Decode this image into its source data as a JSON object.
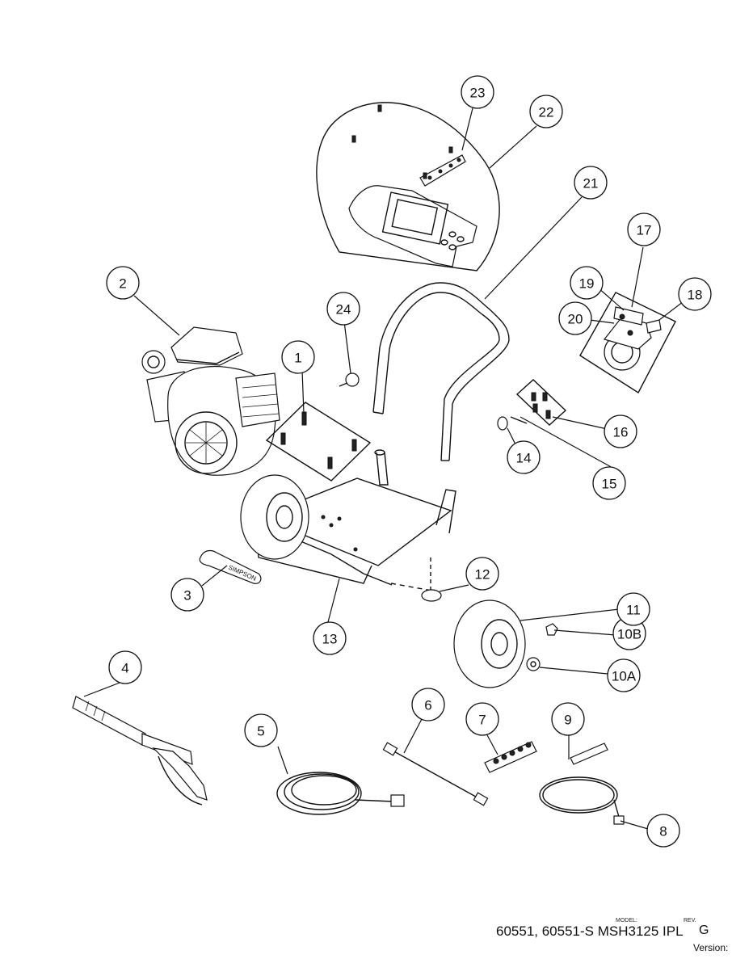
{
  "callouts": [
    {
      "label": "1"
    },
    {
      "label": "2"
    },
    {
      "label": "3"
    },
    {
      "label": "4"
    },
    {
      "label": "5"
    },
    {
      "label": "6"
    },
    {
      "label": "7"
    },
    {
      "label": "8"
    },
    {
      "label": "9"
    },
    {
      "label": "10A"
    },
    {
      "label": "10B"
    },
    {
      "label": "11"
    },
    {
      "label": "12"
    },
    {
      "label": "13"
    },
    {
      "label": "14"
    },
    {
      "label": "15"
    },
    {
      "label": "16"
    },
    {
      "label": "17"
    },
    {
      "label": "18"
    },
    {
      "label": "19"
    },
    {
      "label": "20"
    },
    {
      "label": "21"
    },
    {
      "label": "22"
    },
    {
      "label": "23"
    },
    {
      "label": "24"
    }
  ],
  "title_block": {
    "model_label": "MODEL:",
    "models": "60551, 60551-S",
    "document": "MSH3125 IPL",
    "rev_label": "REV.",
    "rev": "G",
    "version_label": "Version:"
  },
  "nozzle_label": "SIMPSON"
}
